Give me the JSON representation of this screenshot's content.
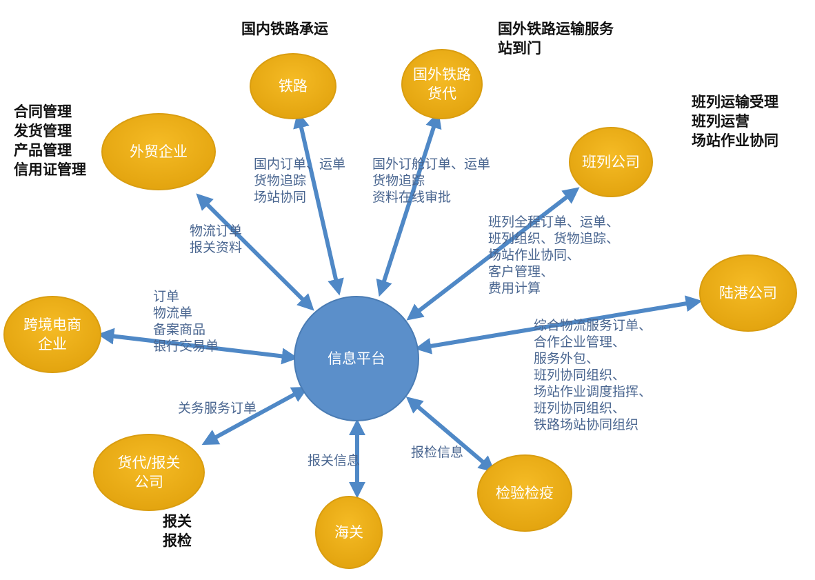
{
  "colors": {
    "hub": "#5b8fca",
    "node": "#f0b21c",
    "arrow": "#4f88c6",
    "label": "#4a6690"
  },
  "hub": {
    "label": "信息平台"
  },
  "nodes": {
    "railway": {
      "label": "铁路",
      "note": [
        "国内铁路承运"
      ],
      "flow": [
        "国内订单、运单",
        "货物追踪",
        "场站协同"
      ]
    },
    "foreign_forwarder": {
      "label": [
        "国外铁路",
        "货代"
      ],
      "note": [
        "国外铁路运输服务",
        "站到门"
      ],
      "flow": [
        "国外订舱订单、运单",
        "货物追踪",
        "资料在线审批"
      ]
    },
    "trade": {
      "label": "外贸企业",
      "note": [
        "合同管理",
        "发货管理",
        "产品管理",
        "信用证管理"
      ],
      "flow": [
        "物流订单",
        "报关资料"
      ]
    },
    "train_company": {
      "label": "班列公司",
      "note": [
        "班列运输受理",
        "班列运营",
        "场站作业协同"
      ],
      "flow": [
        "班列全程订单、运单、",
        "班列组织、货物追踪、",
        "场站作业协同、",
        "客户管理、",
        "费用计算"
      ]
    },
    "dry_port": {
      "label": "陆港公司",
      "flow": [
        "综合物流服务订单、",
        "合作企业管理、",
        "服务外包、",
        "班列协同组织、",
        "场站作业调度指挥、",
        "班列协同组织、",
        "铁路场站协同组织"
      ]
    },
    "ecommerce": {
      "label": [
        "跨境电商",
        "企业"
      ],
      "flow": [
        "订单",
        "物流单",
        "备案商品",
        "银行交易单"
      ]
    },
    "forwarder": {
      "label": [
        "货代/报关",
        "公司"
      ],
      "note": [
        "报关",
        "报检"
      ],
      "flow": [
        "关务服务订单"
      ]
    },
    "customs": {
      "label": "海关",
      "flow": [
        "报关信息"
      ]
    },
    "inspection": {
      "label": "检验检疫",
      "flow": [
        "报检信息"
      ]
    }
  }
}
